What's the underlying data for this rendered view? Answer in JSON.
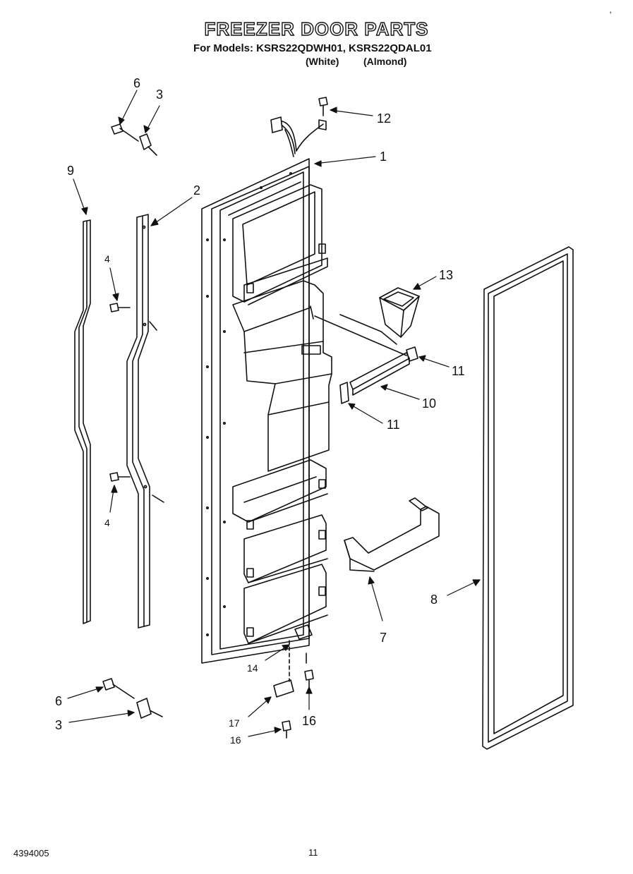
{
  "header": {
    "title": "FREEZER DOOR PARTS",
    "models_line": "For Models: KSRS22QDWH01, KSRS22QDAL01",
    "color_white": "(White)",
    "color_almond": "(Almond)"
  },
  "corner_mark": "'",
  "callouts": {
    "c1": "1",
    "c2": "2",
    "c3a": "3",
    "c3b": "3",
    "c4a": "4",
    "c4b": "4",
    "c6a": "6",
    "c6b": "6",
    "c7": "7",
    "c8": "8",
    "c9": "9",
    "c10": "10",
    "c11a": "11",
    "c11b": "11",
    "c12": "12",
    "c13": "13",
    "c14": "14",
    "c16a": "16",
    "c16b": "16",
    "c17": "17"
  },
  "footer": {
    "doc_number": "4394005",
    "page_number": "11"
  }
}
